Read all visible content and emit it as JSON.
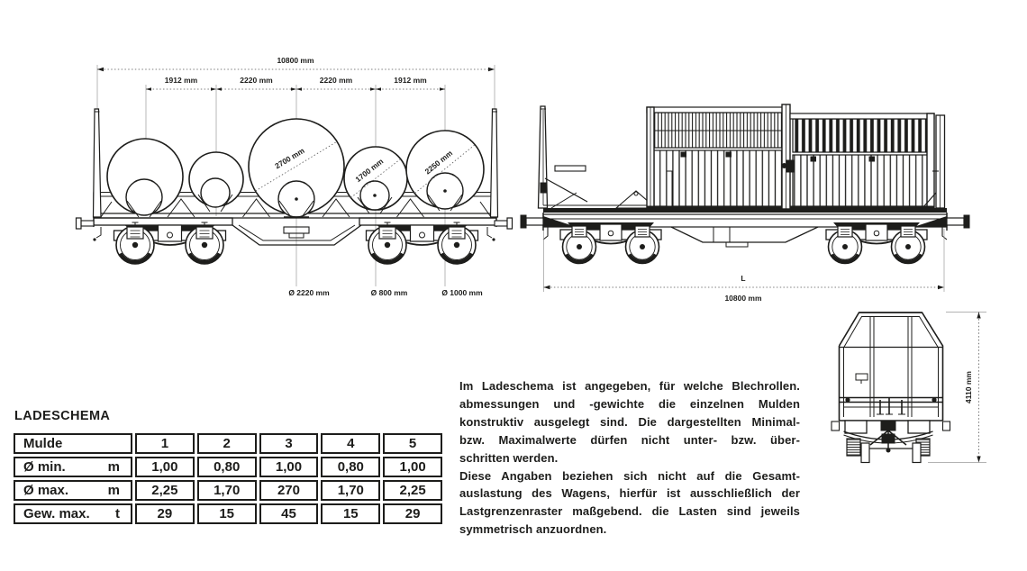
{
  "colors": {
    "ink": "#1d1d1b",
    "faint": "#9a9a9a"
  },
  "title": "LADESCHEMA",
  "side_view_loaded": {
    "dim_overall": "10800 mm",
    "dim_segments": [
      "1912 mm",
      "2220 mm",
      "2220 mm",
      "1912 mm"
    ],
    "coil_diameter_labels": [
      "2700 mm",
      "1700 mm",
      "2250 mm"
    ],
    "core_diameter_labels": [
      "Ø 2220 mm",
      "Ø 800 mm",
      "Ø 1000 mm"
    ]
  },
  "side_view_hood": {
    "dim_symbol": "L",
    "dim_overall": "10800 mm"
  },
  "end_view": {
    "dim_height": "4110 mm"
  },
  "table": {
    "header_label": "Mulde",
    "header_cols": [
      "1",
      "2",
      "3",
      "4",
      "5"
    ],
    "rows": [
      {
        "label": "Ø min.",
        "unit": "m",
        "values": [
          "1,00",
          "0,80",
          "1,00",
          "0,80",
          "1,00"
        ]
      },
      {
        "label": "Ø max.",
        "unit": "m",
        "values": [
          "2,25",
          "1,70",
          "270",
          "1,70",
          "2,25"
        ]
      },
      {
        "label": "Gew. max.",
        "unit": "t",
        "values": [
          "29",
          "15",
          "45",
          "15",
          "29"
        ]
      }
    ]
  },
  "description": {
    "lines": [
      "Im Ladeschema ist angegeben, für welche Blechrollen.",
      "abmessungen und -gewichte die einzelnen Mulden",
      "konstruktiv ausgelegt sind. Die dargestellten Minimal-",
      "bzw. Maximalwerte dürfen nicht unter- bzw. über-",
      "schritten werden.",
      "Diese Angaben beziehen sich nicht auf die Gesamt-",
      "auslastung des Wagens, hierfür ist ausschließlich der",
      "Lastgrenzenraster maßgebend. die Lasten sind jeweils",
      "symmetrisch anzuordnen."
    ]
  }
}
